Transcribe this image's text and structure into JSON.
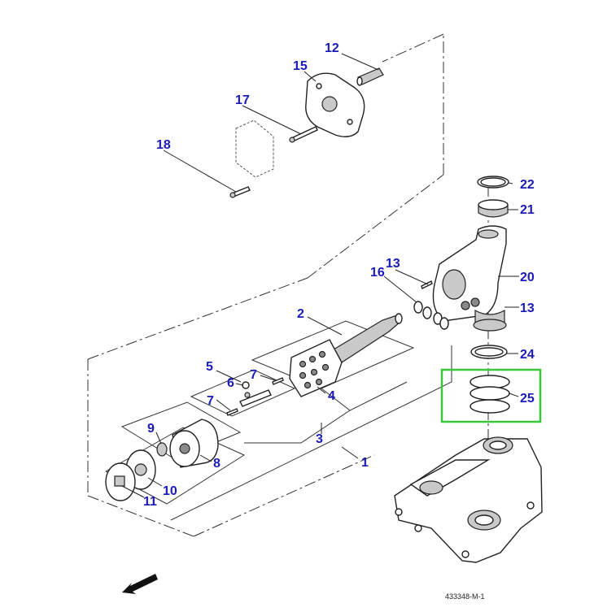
{
  "diagram": {
    "title": "Exploded parts view - hydraulic pump / steering assembly",
    "reference_code": "433348-M-1",
    "highlighted_callout": "25",
    "highlight_color": "#37c837",
    "callout_color": "#1a1ab8",
    "callouts": {
      "c1": "1",
      "c2": "2",
      "c3": "3",
      "c4": "4",
      "c5": "5",
      "c6": "6",
      "c7a": "7",
      "c7b": "7",
      "c8": "8",
      "c9": "9",
      "c10": "10",
      "c11": "11",
      "c12": "12",
      "c13a": "13",
      "c13b": "13",
      "c15": "15",
      "c16": "16",
      "c17": "17",
      "c18": "18",
      "c20": "20",
      "c21": "21",
      "c22": "22",
      "c24": "24",
      "c25": "25"
    }
  }
}
